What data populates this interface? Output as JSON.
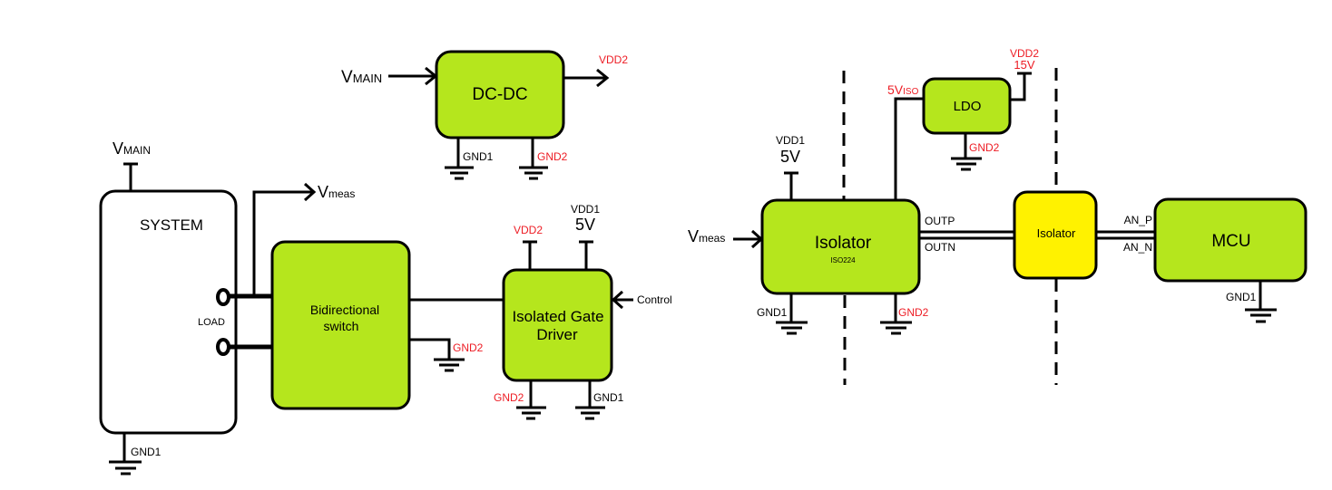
{
  "colors": {
    "block_green": "#b5e61d",
    "block_yellow": "#fff200",
    "isolated_side_label": "#ed1c24",
    "primary_side_label": "#000000"
  },
  "left_diagram": {
    "dcdc": {
      "label": "DC-DC",
      "input": {
        "v": "V",
        "sub": "MAIN"
      },
      "output": "VDD2",
      "gnd_left": "GND1",
      "gnd_right": "GND2"
    },
    "system": {
      "label": "SYSTEM",
      "supply": {
        "v": "V",
        "sub": "MAIN"
      },
      "load_label": "LOAD",
      "gnd": "GND1"
    },
    "vmeas": {
      "v": "V",
      "sub": "meas"
    },
    "switch": {
      "line1": "Bidirectional",
      "line2": "switch",
      "gnd": "GND2"
    },
    "gate_driver": {
      "line1": "Isolated Gate",
      "line2": "Driver",
      "vdd2": "VDD2",
      "vdd1": "VDD1",
      "vdd1_value": "5V",
      "control": "Control",
      "gnd_left": "GND2",
      "gnd_right": "GND1"
    }
  },
  "right_diagram": {
    "isolator_main": {
      "label": "Isolator",
      "part": "ISO224",
      "input": {
        "v": "V",
        "sub": "meas"
      },
      "vdd1": "VDD1",
      "vdd1_value": "5V",
      "outp": "OUTP",
      "outn": "OUTN",
      "gnd_left": "GND1",
      "gnd_right": "GND2"
    },
    "ldo": {
      "label": "LDO",
      "out": {
        "v": "5V",
        "sub": "ISO"
      },
      "vdd2": "VDD2",
      "vdd2_value": "15V",
      "gnd": "GND2"
    },
    "isolator_digital": {
      "label": "Isolator"
    },
    "mcu": {
      "label": "MCU",
      "an_p": "AN_P",
      "an_n": "AN_N",
      "gnd": "GND1"
    }
  }
}
